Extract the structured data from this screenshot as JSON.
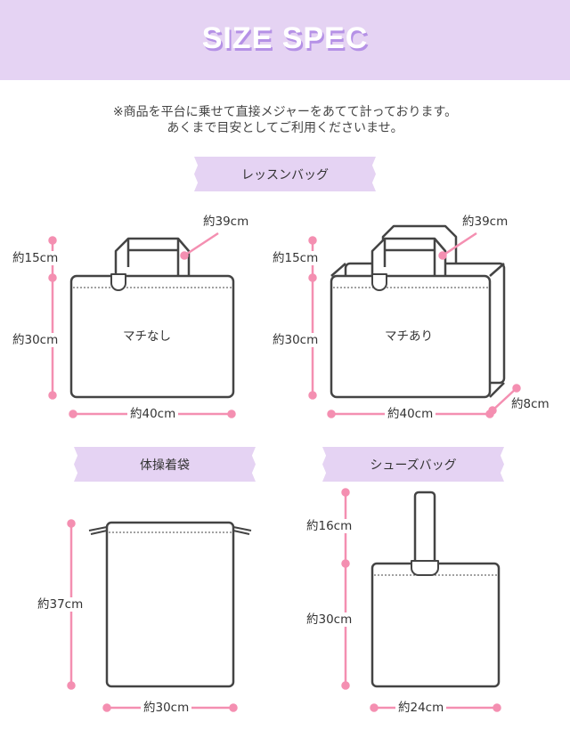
{
  "header": {
    "title": "SIZE SPEC"
  },
  "note": {
    "line1": "※商品を平台に乗せて直接メジャーをあてて計っております。",
    "line2": "あくまで目安としてご利用くださいませ。"
  },
  "colors": {
    "band": "#e5d3f3",
    "accent": "#f48fb1",
    "outline": "#444444"
  },
  "lesson_bag": {
    "title": "レッスンバッグ",
    "flat": {
      "name": "マチなし",
      "handle": "約39cm",
      "handle_height": "約15cm",
      "height": "約30cm",
      "width": "約40cm"
    },
    "gusset": {
      "name": "マチあり",
      "handle": "約39cm",
      "handle_height": "約15cm",
      "height": "約30cm",
      "width": "約40cm",
      "depth": "約8cm"
    }
  },
  "gym_bag": {
    "title": "体操着袋",
    "height": "約37cm",
    "width": "約30cm"
  },
  "shoe_bag": {
    "title": "シューズバッグ",
    "handle_height": "約16cm",
    "height": "約30cm",
    "width": "約24cm"
  }
}
